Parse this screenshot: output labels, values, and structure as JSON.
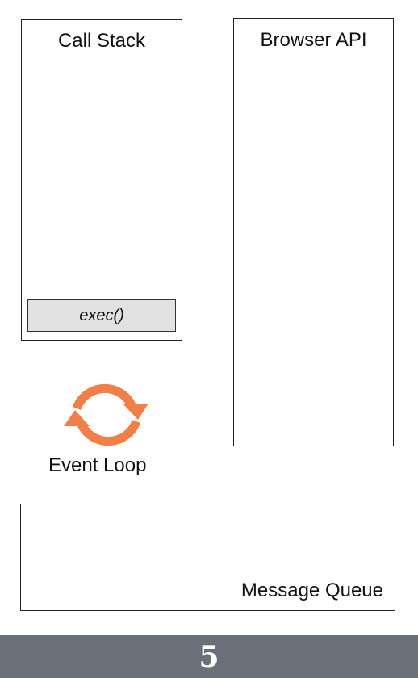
{
  "call_stack": {
    "title": "Call Stack",
    "frames": [
      "exec()"
    ]
  },
  "browser_api": {
    "title": "Browser API"
  },
  "event_loop": {
    "label": "Event Loop",
    "icon": "cycle-arrows-icon",
    "color": "#f07f4a"
  },
  "message_queue": {
    "title": "Message Queue"
  },
  "footer": {
    "slide_number": "5",
    "color": "#6b7078"
  }
}
